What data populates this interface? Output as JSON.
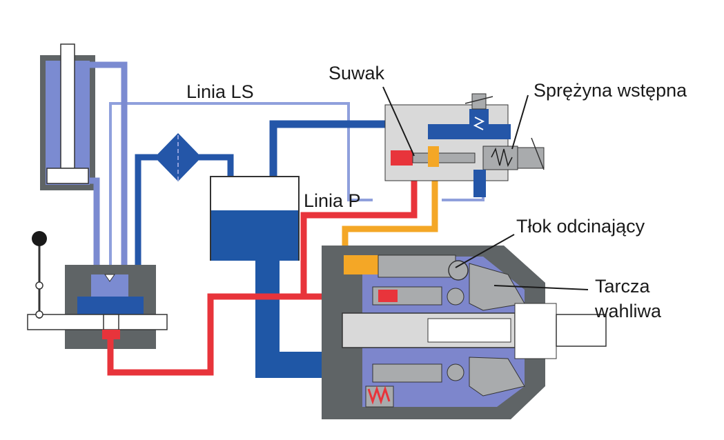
{
  "labels": {
    "ls_line": "Linia LS",
    "spool": "Suwak",
    "preload_spring": "Sprężyna wstępna",
    "p_line": "Linia P",
    "cutoff_piston": "Tłok odcinający",
    "swash_plate_line1": "Tarcza",
    "swash_plate_line2": "wahliwa"
  },
  "colors": {
    "housing_gray": "#5f6466",
    "part_gray": "#a9abad",
    "light_gray": "#d9d9d9",
    "tank_blue": "#1f57a6",
    "line_blue": "#2456a8",
    "ls_blue": "#7b8bd1",
    "pump_blue": "#7d86cc",
    "pressure_red": "#e8343b",
    "orange": "#f4a726"
  }
}
